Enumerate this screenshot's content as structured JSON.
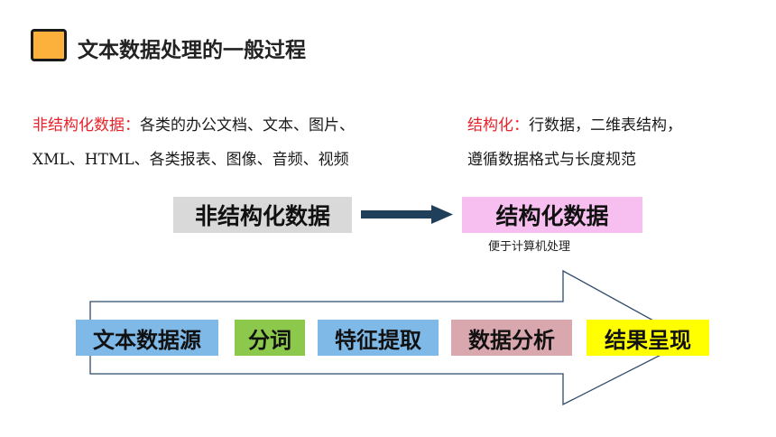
{
  "title": "文本数据处理的一般过程",
  "left_text": {
    "highlight": "非结构化数据：",
    "line1_rest": "各类的办公文档、文本、图片、",
    "line2": "XML、HTML、各类报表、图像、音频、视频"
  },
  "right_text": {
    "highlight": "结构化：",
    "line1_rest": "行数据，二维表结构，",
    "line2": "遵循数据格式与长度规范"
  },
  "unstructured_label": "非结构化数据",
  "structured_label": "结构化数据",
  "structured_note": "便于计算机处理",
  "steps": [
    "文本数据源",
    "分词",
    "特征提取",
    "数据分析",
    "结果呈现"
  ],
  "colors": {
    "accent_red": "#e8222a",
    "title_icon": "#fbb13c",
    "arrow_dark": "#1f3f5b",
    "step_blue": "#7fb9e8",
    "step_green": "#8cc84b",
    "step_pink": "#d9a7ae",
    "step_yellow": "#ffff00"
  }
}
